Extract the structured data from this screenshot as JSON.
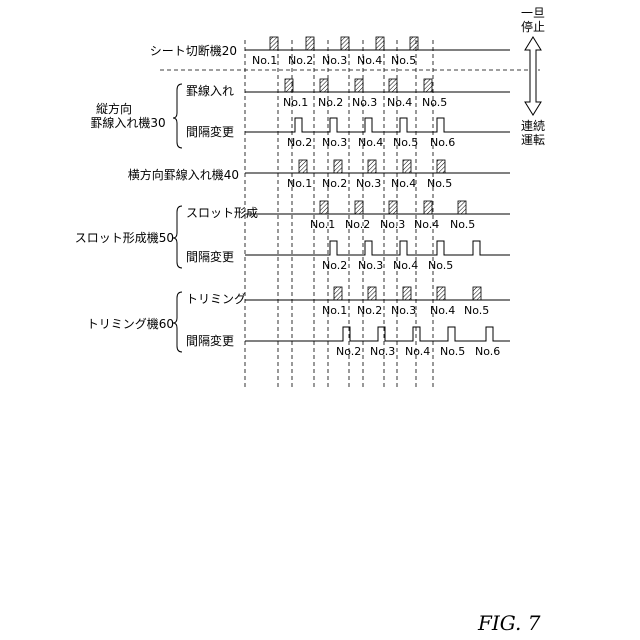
{
  "sheet_cut": {
    "label": "シート切断機20"
  },
  "vertical_ruler": {
    "label_line1": "縦方向",
    "label_line2": "罫線入れ機30"
  },
  "ruling": {
    "label": "罫線入れ"
  },
  "interval_change": {
    "label": "間隔変更"
  },
  "horizontal_ruler": {
    "label": "横方向罫線入れ機40"
  },
  "slot_machine": {
    "label": "スロット形成機50"
  },
  "slot_forming": {
    "label": "スロット形成"
  },
  "trimming_machine": {
    "label": "トリミング機60"
  },
  "trimming": {
    "label": "トリミング"
  },
  "side_arrow": {
    "top_line1": "一旦",
    "top_line2": "停止",
    "bottom_line1": "連続",
    "bottom_line2": "運転"
  },
  "number_labels": [
    "No.1",
    "No.2",
    "No.3",
    "No.4",
    "No.5",
    "No.6"
  ],
  "figure_caption": "FIG. 7",
  "colors": {
    "ink": "#000000",
    "background": "#ffffff"
  }
}
